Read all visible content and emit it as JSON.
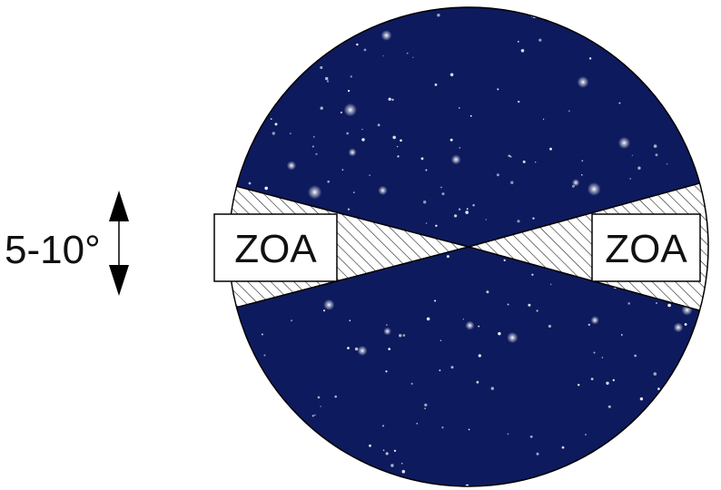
{
  "angle_label": "5-10°",
  "zone_label_left": "ZOA",
  "zone_label_right": "ZOA",
  "colors": {
    "sky": "#0e1a5e",
    "star": "#ffffff",
    "hatch": "#222222",
    "outline": "#000000",
    "box_fill": "#ffffff"
  }
}
